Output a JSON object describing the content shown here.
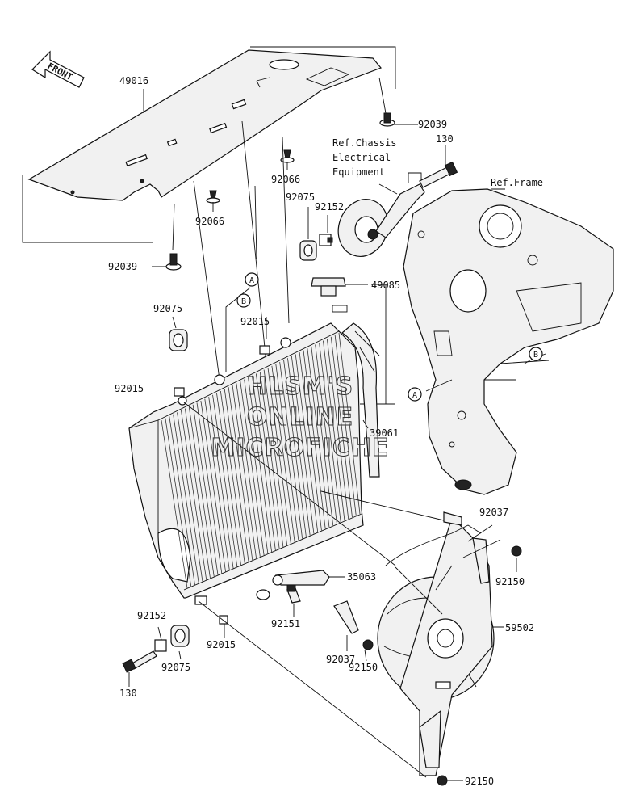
{
  "front_arrow": "FRONT",
  "watermark": [
    "HLSM'S",
    "ONLINE",
    "MICROFICHE"
  ],
  "callouts": {
    "a_top": "A",
    "b_top": "B",
    "a_frame": "A",
    "b_frame": "B"
  },
  "labels": {
    "p49016": "49016",
    "p92039_top": "92039",
    "p92039_left": "92039",
    "p92066_a": "92066",
    "p92066_b": "92066",
    "ref_chassis_1": "Ref.Chassis",
    "ref_chassis_2": "Electrical",
    "ref_chassis_3": "Equipment",
    "p130_top": "130",
    "ref_frame": "Ref.Frame",
    "p92152_top": "92152",
    "p92075_top": "92075",
    "p49085": "49085",
    "p92075_left": "92075",
    "p92015_a": "92015",
    "p92015_b": "92015",
    "p39061": "39061",
    "p92037_right": "92037",
    "p92150_right": "92150",
    "p35063": "35063",
    "p92152_bottom": "92152",
    "p92075_bottom": "92075",
    "p92151": "92151",
    "p92015_bottom": "92015",
    "p92037_bottom": "92037",
    "p59502": "59502",
    "p92150_mid": "92150",
    "p130_bottom": "130",
    "p92150_bottom": "92150"
  }
}
